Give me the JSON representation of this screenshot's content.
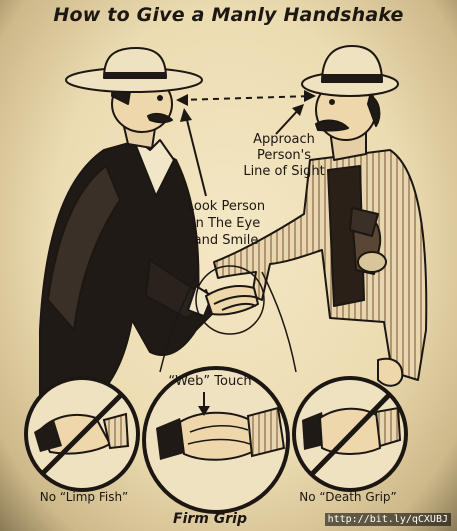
{
  "title": "How to Give a Manly Handshake",
  "labels": {
    "approach": [
      "Approach",
      "Person's",
      "Line of Sight"
    ],
    "look": [
      "Look Person",
      "In The Eye",
      "and Smile"
    ],
    "web_touch": "“Web” Touch",
    "no_limp_fish": "No “Limp Fish”",
    "no_death_grip": "No “Death Grip”",
    "firm_grip": "Firm Grip"
  },
  "source_url": "http://bit.ly/qCXUBJ",
  "colors": {
    "paper": "#ecdcb2",
    "ink": "#1c1712",
    "shirt_stripe": "#b8956a"
  }
}
